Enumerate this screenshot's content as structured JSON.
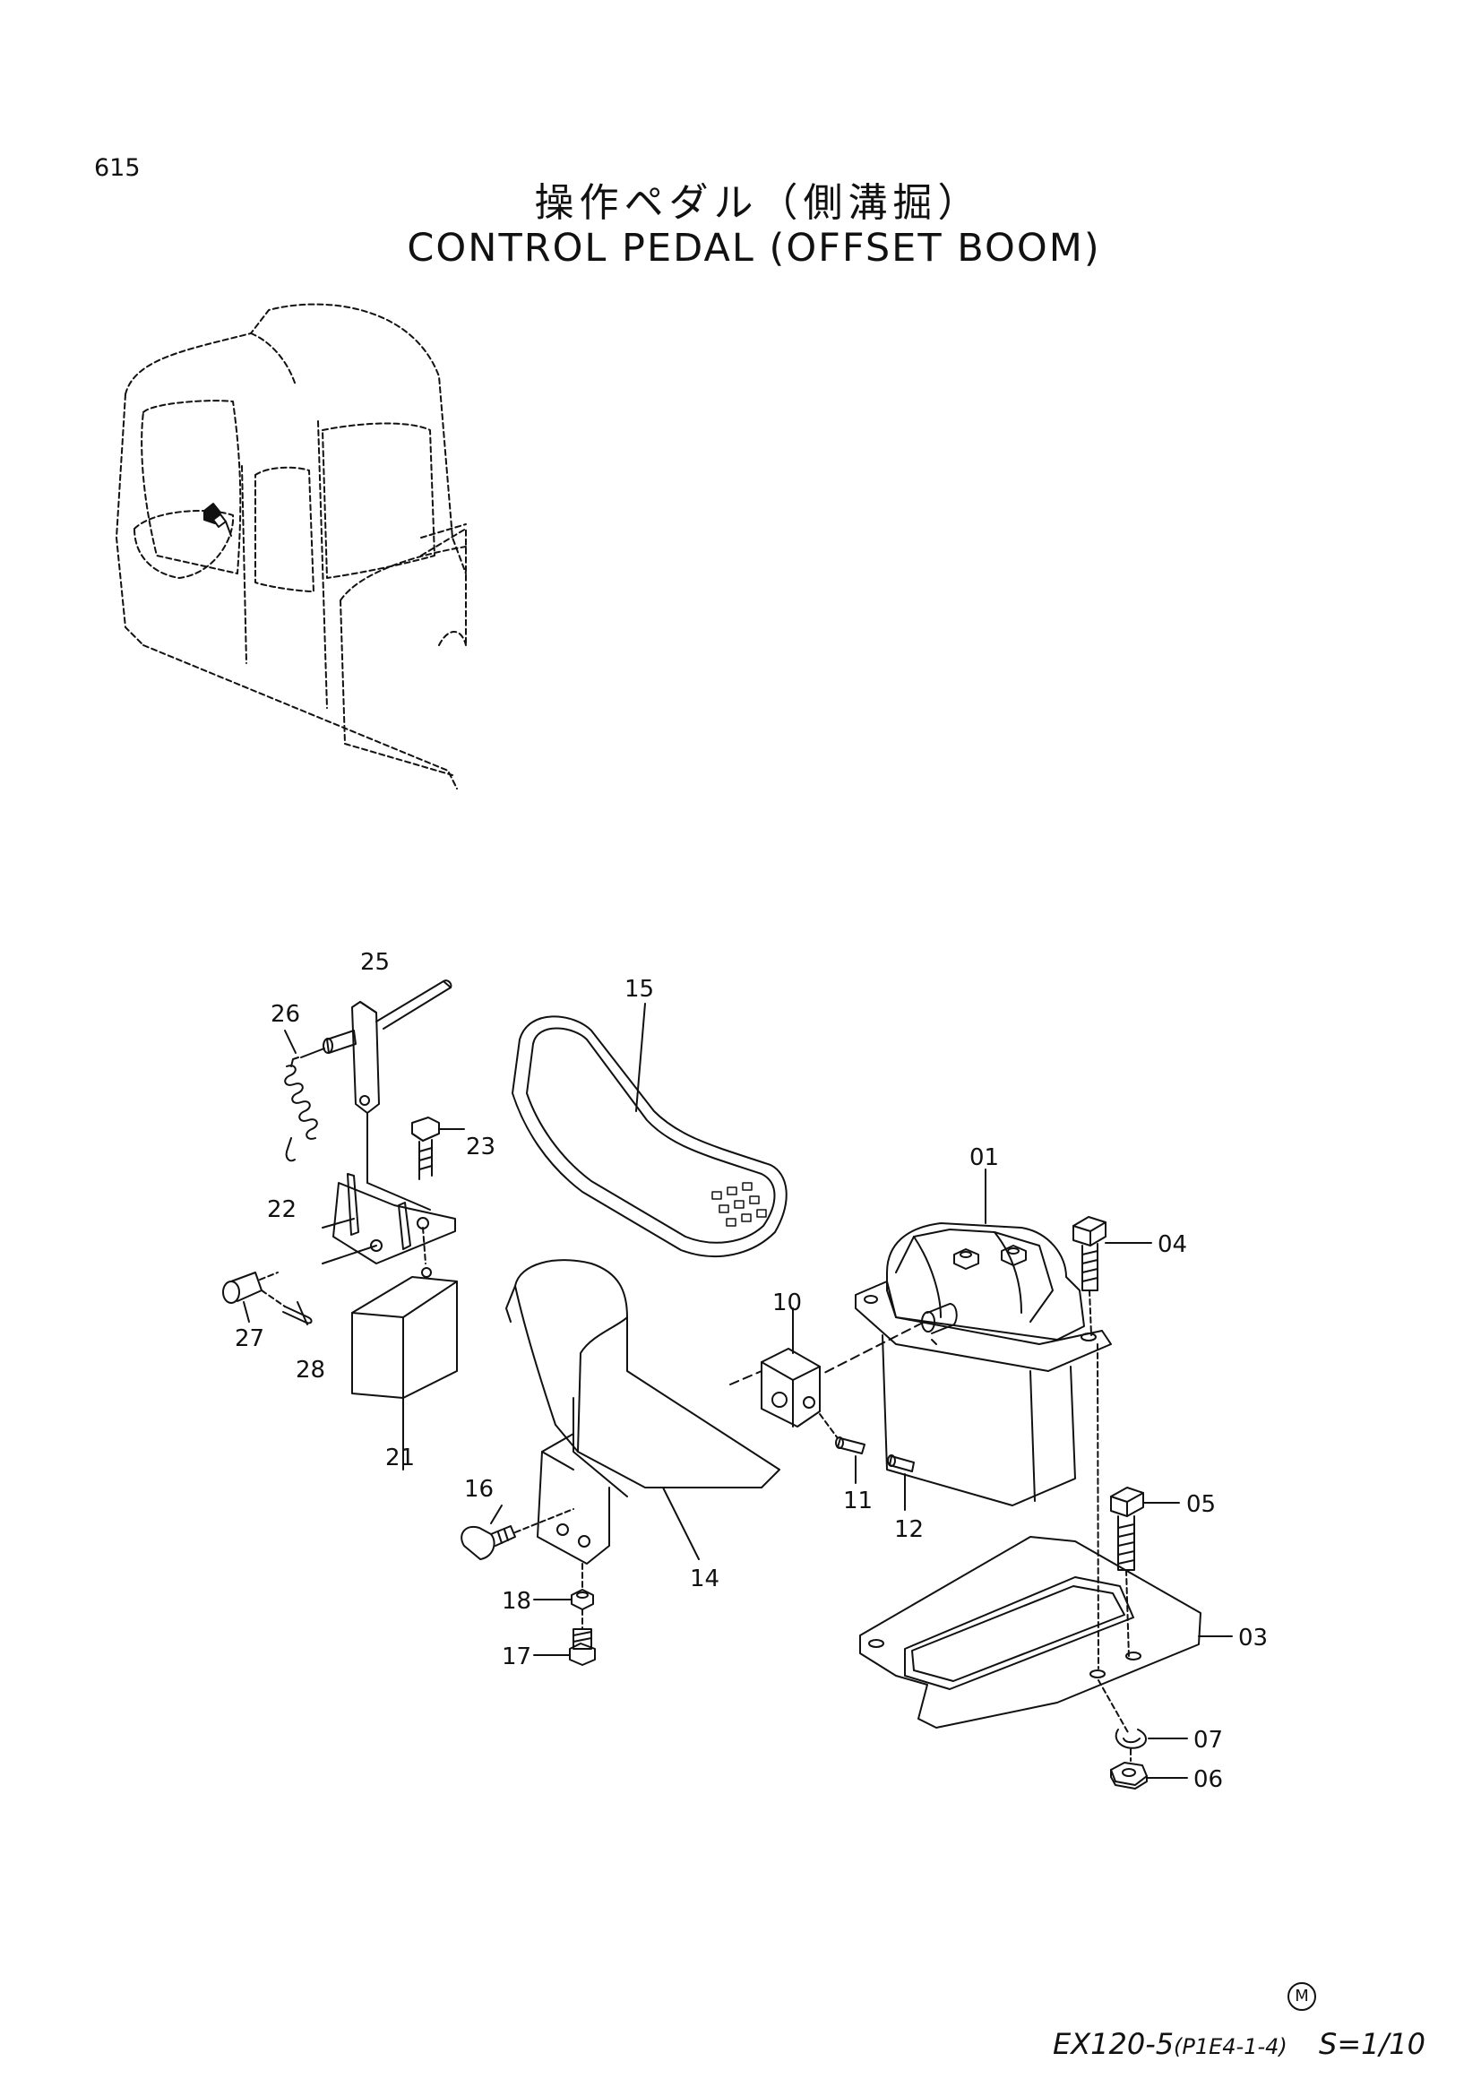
{
  "page_number": "615",
  "title_jp": "操作ペダル（側溝掘）",
  "title_en": "CONTROL PEDAL (OFFSET BOOM)",
  "callouts": [
    "01",
    "03",
    "04",
    "05",
    "06",
    "07",
    "10",
    "11",
    "12",
    "14",
    "15",
    "16",
    "17",
    "18",
    "21",
    "22",
    "23",
    "25",
    "26",
    "27",
    "28"
  ],
  "footer": {
    "mark": "M",
    "model": "EX120-5",
    "page_ref": "(P1E4-1-4)",
    "scale": "S=1/10"
  }
}
